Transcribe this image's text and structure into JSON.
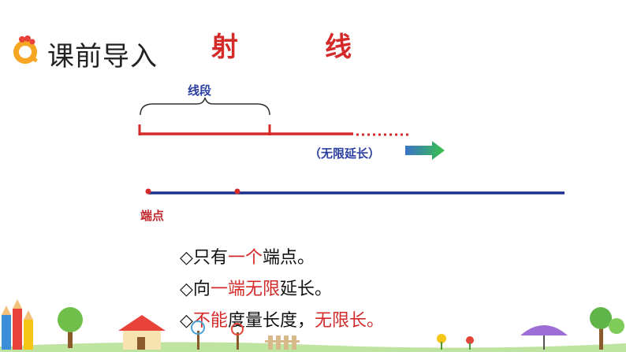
{
  "header": {
    "title": "课前导入"
  },
  "slide_title": {
    "part1": "射",
    "part2": "线"
  },
  "diagram": {
    "segment_label": "线段",
    "infinite_label": "（无限延长）",
    "endpoint_label": "端点"
  },
  "facts": [
    {
      "marker": "◇",
      "pre": "只有",
      "hl": "一个",
      "post": "端点。",
      "hl2": ""
    },
    {
      "marker": "◇",
      "pre": "向",
      "hl": "一端无限",
      "post": "延长。",
      "hl2": ""
    },
    {
      "marker": "◇",
      "pre": "",
      "hl": "不能",
      "post": "度量长度，",
      "hl2": "无限长。"
    }
  ],
  "colors": {
    "accent_red": "#d42a2a",
    "line_blue": "#1f2f8f",
    "arrow_green": "#3fbf4a"
  }
}
